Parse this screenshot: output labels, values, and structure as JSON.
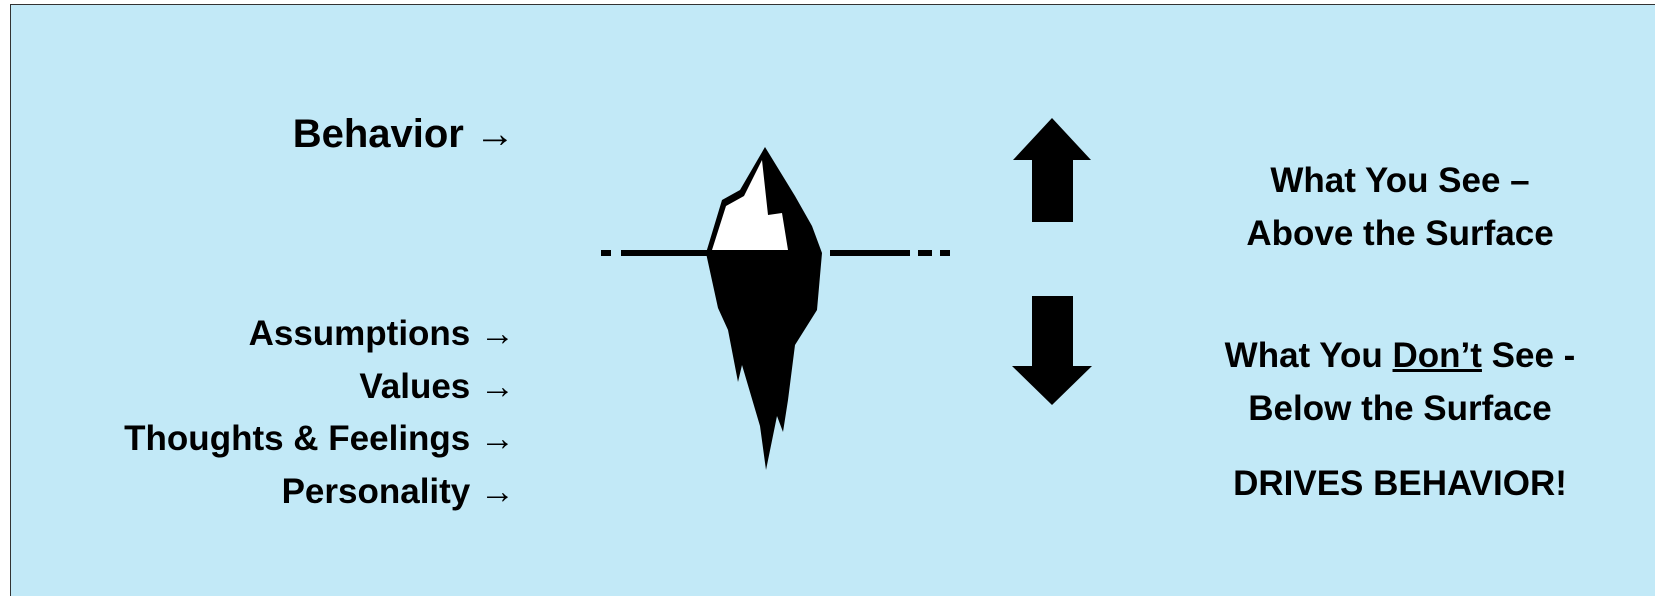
{
  "left": {
    "behavior": "Behavior  →",
    "below_items": [
      "Assumptions →",
      "Values →",
      "Thoughts & Feelings →",
      "Personality →"
    ]
  },
  "right": {
    "above_line1": "What You See –",
    "above_line2": "Above the Surface",
    "below_line1_prefix": "What You ",
    "below_line1_underlined": "Don’t",
    "below_line1_suffix": " See -",
    "below_line2": "Below the Surface",
    "drives": "DRIVES BEHAVIOR!"
  },
  "icons": {
    "iceberg": "iceberg-icon",
    "up_arrow": "up-arrow-icon",
    "down_arrow": "down-arrow-icon"
  },
  "colors": {
    "background": "#c2e9f7",
    "ink": "#000000",
    "ice_tip": "#ffffff"
  }
}
